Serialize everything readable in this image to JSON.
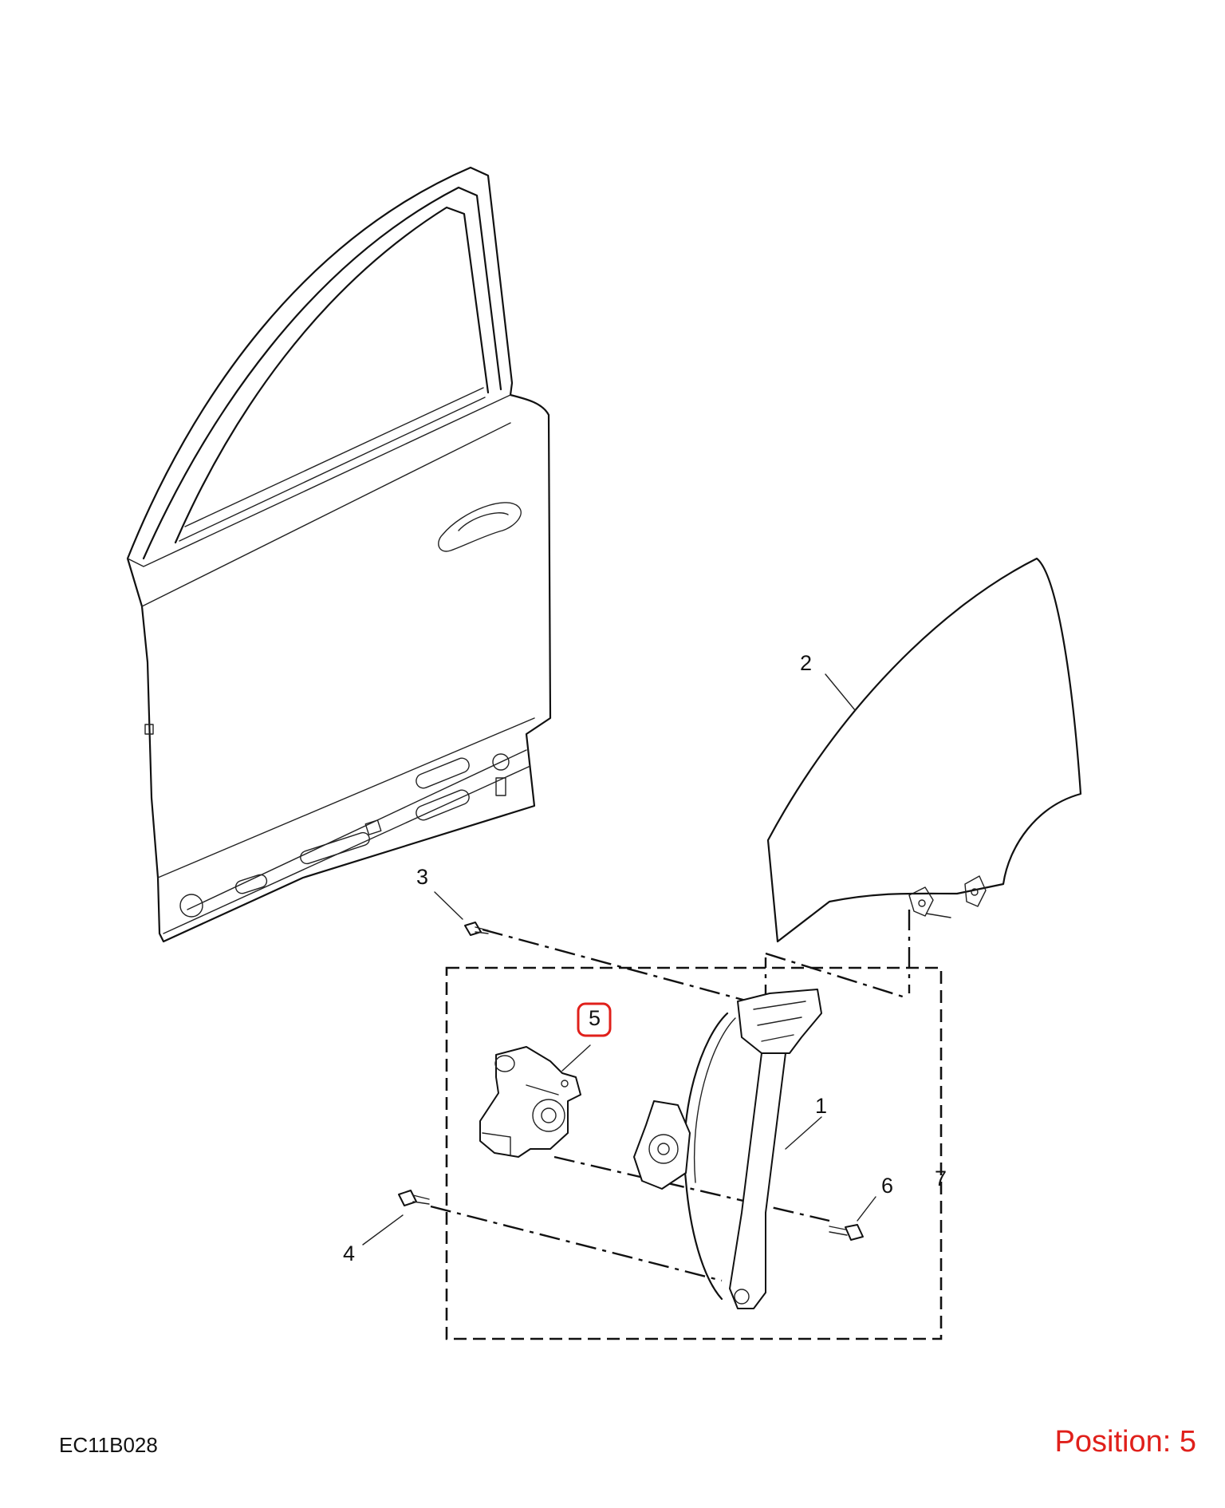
{
  "diagram": {
    "code": "EC11B028",
    "position_text": "Position: 5",
    "highlight_color": "#e0201b",
    "callouts": [
      "1",
      "2",
      "3",
      "4",
      "5",
      "6",
      "7"
    ],
    "highlighted_callout": "5"
  }
}
